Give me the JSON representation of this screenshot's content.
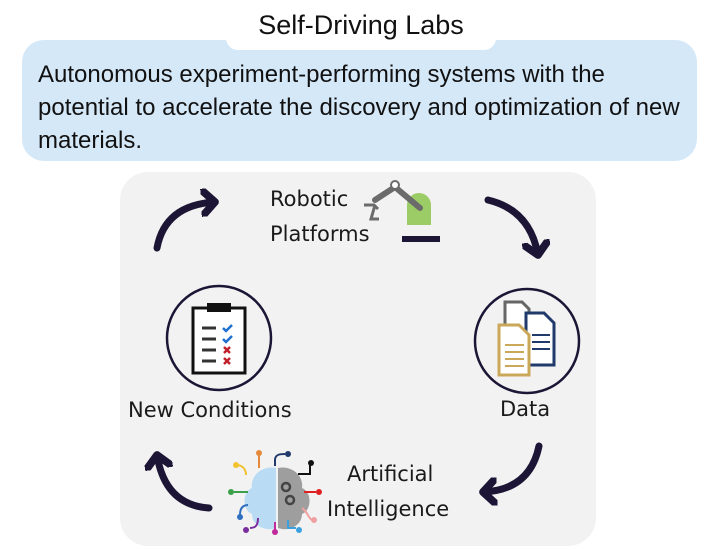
{
  "title": "Self-Driving Labs",
  "description": "Autonomous experiment-performing systems with the potential to accelerate the discovery and optimization of new materials.",
  "cycle": {
    "robotic_line1": "Robotic",
    "robotic_line2": "Platforms",
    "data": "Data",
    "ai_line1": "Artificial",
    "ai_line2": "Intelligence",
    "new_conditions": "New Conditions"
  },
  "colors": {
    "arrow": "#1c1535",
    "desc_bg": "#d5e8f8",
    "panel_bg": "#f2f2f2",
    "robot_green": "#9ccc65",
    "doc_gold": "#c9a85a",
    "doc_navy": "#1f3a6b"
  }
}
